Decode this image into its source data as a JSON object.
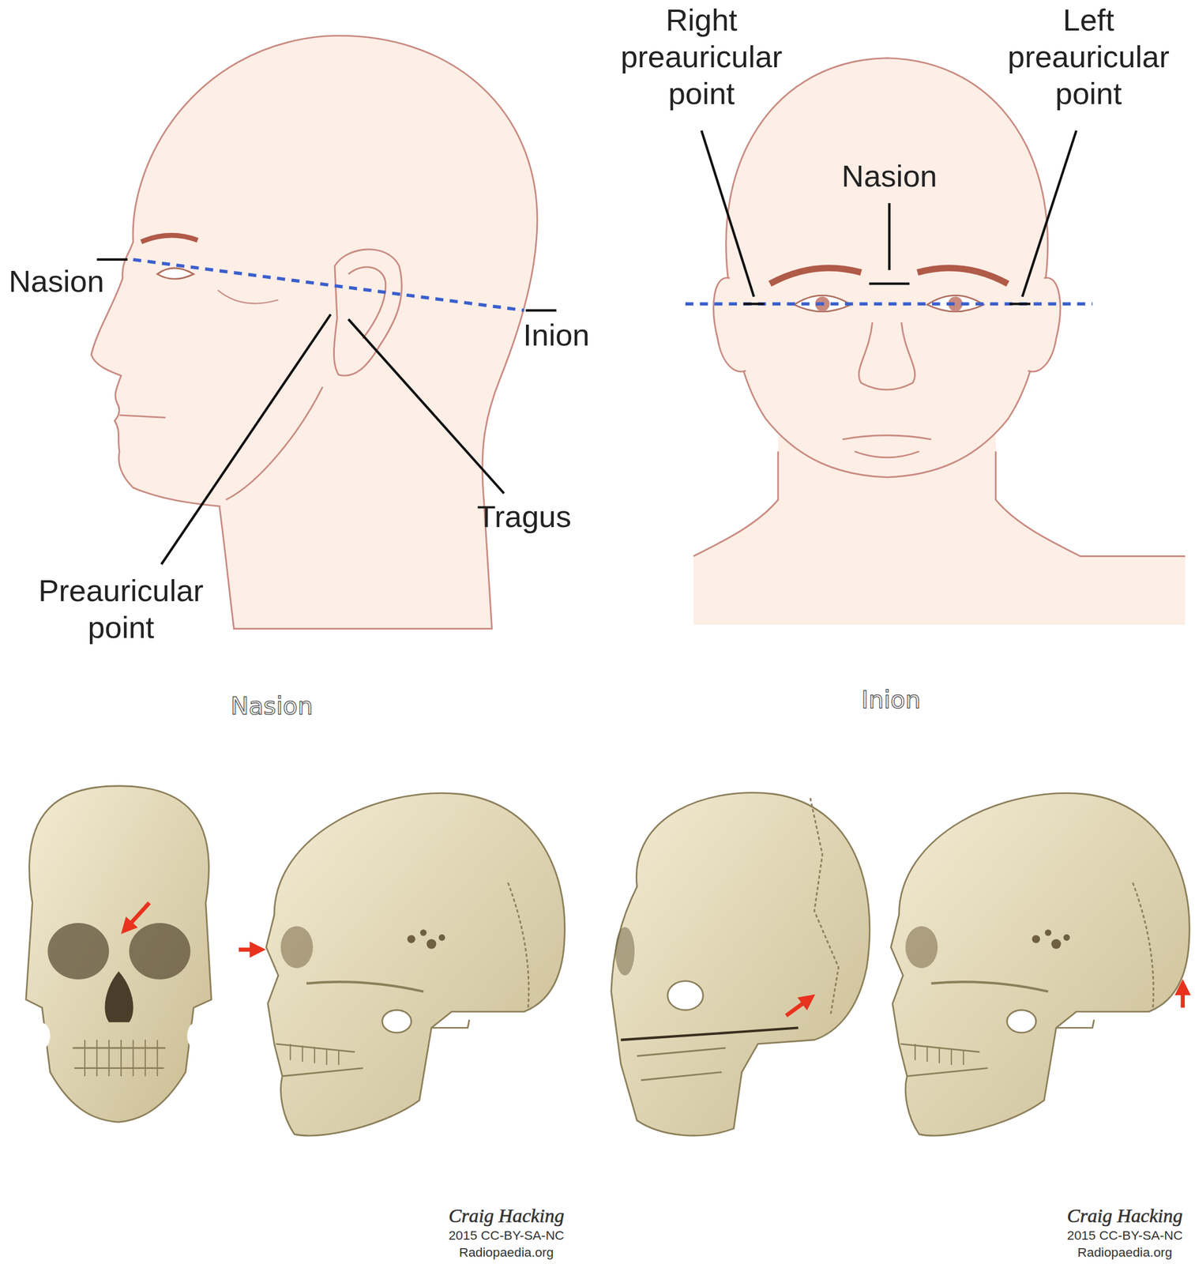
{
  "diagram": {
    "labels": [
      "Nasion",
      "Inion",
      "Preauricular point",
      "Tragus",
      "Right preauricular point",
      "Nasion",
      "Left preauricular point",
      "Nasion",
      "Inion",
      "Craig Hacking",
      "2015 CC-BY-SA-NC",
      "Radiopaedia.org",
      "Craig Hacking",
      "2015 CC-BY-SA-NC",
      "Radiopaedia.org"
    ]
  }
}
